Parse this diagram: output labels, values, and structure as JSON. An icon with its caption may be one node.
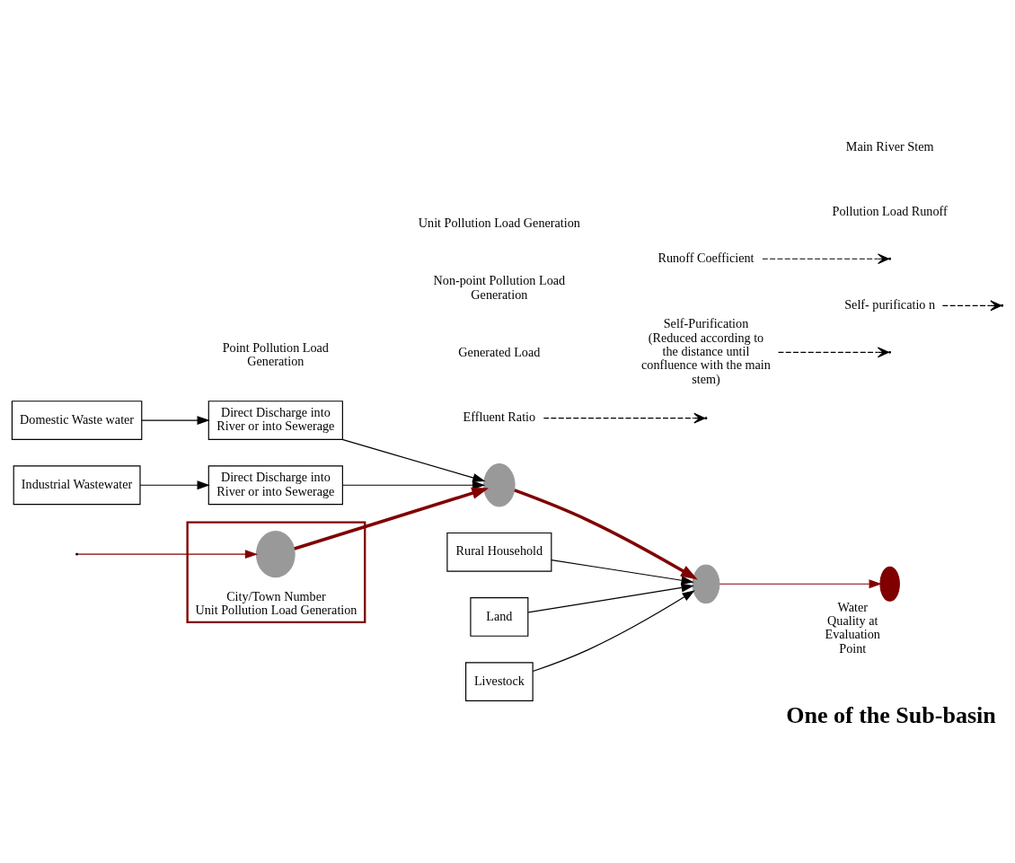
{
  "diagram": {
    "caption": "One of the Sub-basin",
    "nodes": [
      {
        "text": [
          "Domestic Waste water"
        ]
      },
      {
        "text": [
          "Direct Discharge into River or into Sewerage"
        ]
      },
      {
        "text": [
          "Industrial Wastewater"
        ]
      },
      {
        "text": [
          "Direct Discharge into River or into Sewerage"
        ]
      },
      {
        "text": [
          "Rural Household"
        ]
      },
      {
        "text": [
          "Land"
        ]
      },
      {
        "text": [
          "Livestock"
        ]
      },
      {
        "text": [
          "City/Town Number",
          "Unit Pollution Load Generation"
        ]
      },
      {
        "text": [],
        "shape": "circle",
        "in": 7
      },
      {
        "text": [],
        "shape": "circle"
      },
      {
        "text": [],
        "shape": "circle"
      },
      {
        "text": [],
        "shape": "circle",
        "beside": [
          "Water Quality at Evaluation Point"
        ]
      },
      {
        "text": [
          "Effluent Ratio"
        ]
      },
      {
        "text": [
          "Self-Purification (Reduced according to the distance until confluence with the main stem)"
        ]
      },
      {
        "text": [
          "Self- purificatio n"
        ]
      },
      {
        "text": [
          "Runoff Coefficient"
        ]
      }
    ],
    "edges": [
      {
        "from": 0,
        "to": 1,
        "arrow": "to"
      },
      {
        "from": 2,
        "to": 3,
        "arrow": "to"
      },
      {
        "from": null,
        "to": 8,
        "arrow": "to",
        "color": "#800000"
      },
      {
        "from": 8,
        "to": 9,
        "arrow": "to",
        "style": "thick",
        "color": "#800000"
      },
      {
        "from": 1,
        "to": 9,
        "arrow": "to"
      },
      {
        "from": 3,
        "to": 9,
        "arrow": "to"
      },
      {
        "from": 9,
        "to": 10,
        "arrow": "to",
        "style": "thick",
        "color": "#800000"
      },
      {
        "from": 4,
        "to": 10,
        "arrow": "to"
      },
      {
        "from": 5,
        "to": 10,
        "arrow": "to"
      },
      {
        "from": 6,
        "to": 10,
        "arrow": "to"
      },
      {
        "from": 10,
        "to": 11,
        "arrow": "to",
        "color": "#800000"
      },
      {
        "from": 12,
        "to": null,
        "arrow": "to",
        "style": "dashed"
      },
      {
        "from": 13,
        "to": null,
        "arrow": "to",
        "style": "dashed"
      },
      {
        "from": 14,
        "to": null,
        "arrow": "to",
        "style": "dashed"
      },
      {
        "from": 15,
        "to": null,
        "arrow": "to",
        "style": "dashed"
      }
    ],
    "labels": [
      "Point Pollution Load Generation",
      "Pollution Load Runoff",
      "Generated Load",
      "Main River Stem",
      "Non-point Pollution Load Generation",
      "Unit Pollution Load Generation"
    ]
  }
}
